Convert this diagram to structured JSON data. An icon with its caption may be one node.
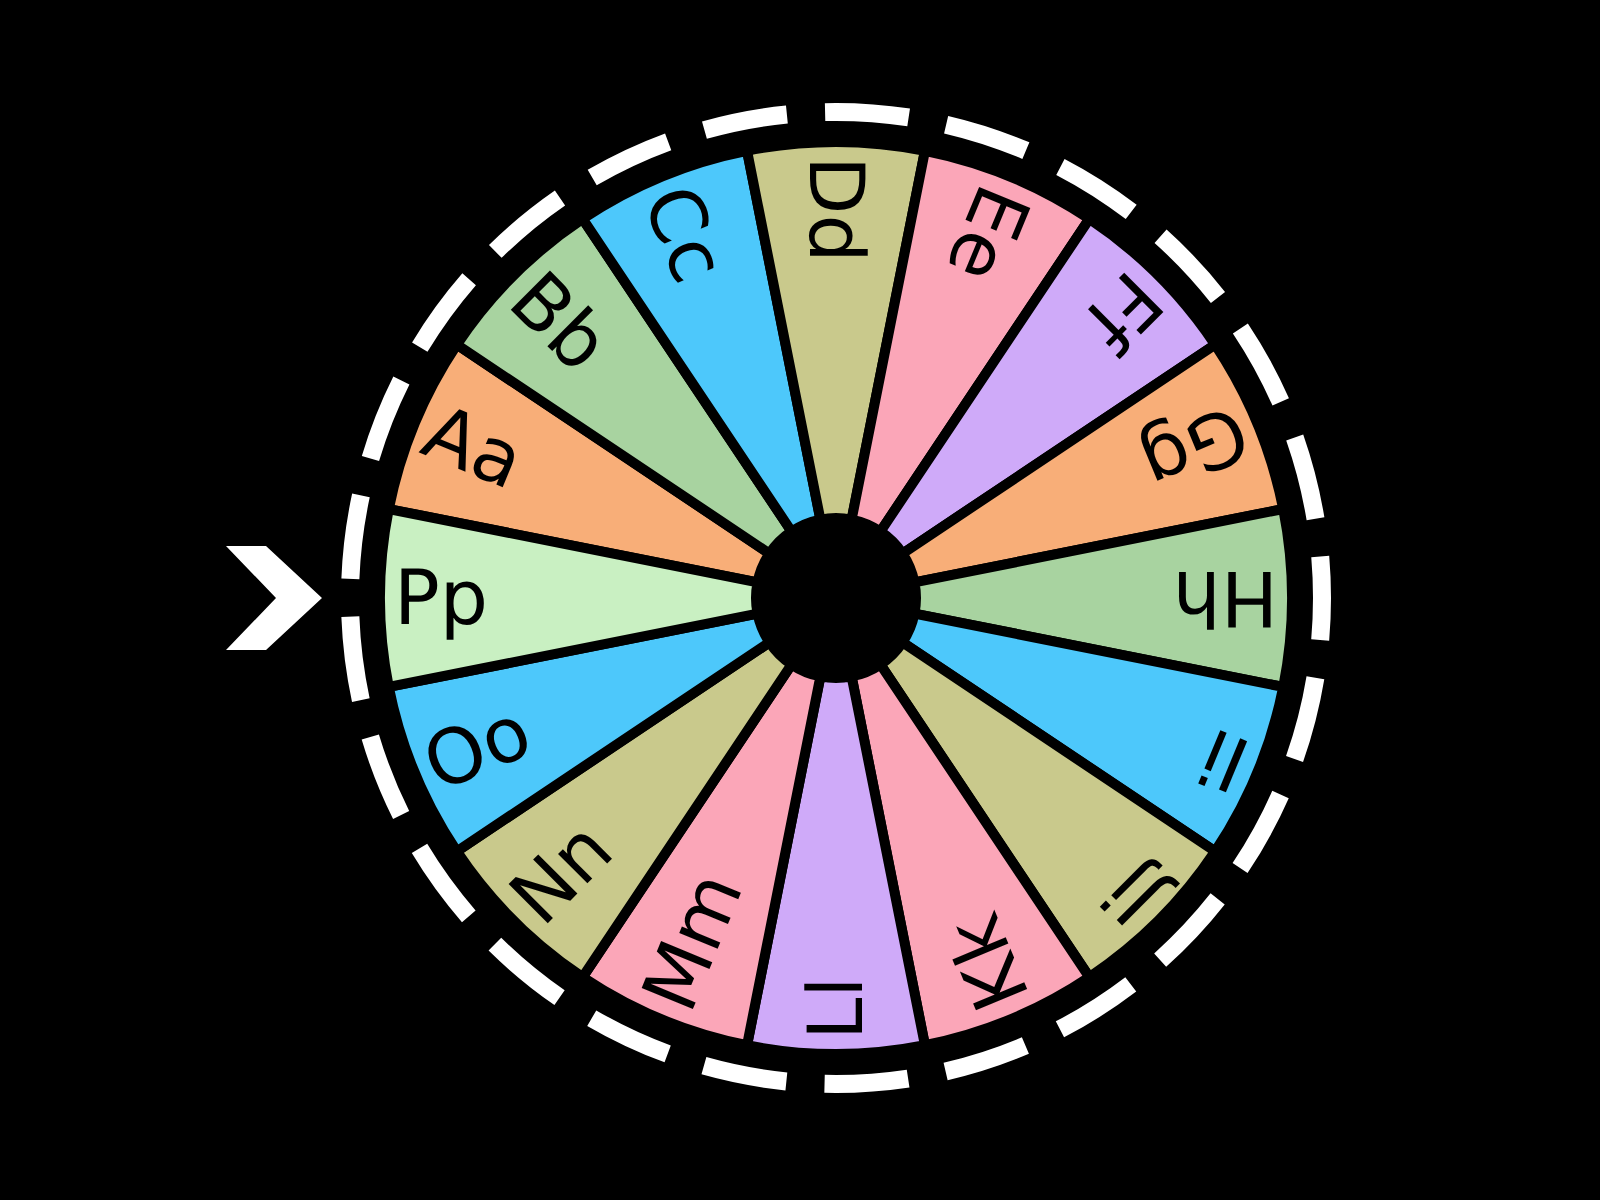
{
  "diagram": {
    "nodes": [
      {
        "text": [
          "Aa"
        ]
      },
      {
        "text": [
          "Bb"
        ]
      },
      {
        "text": [
          "Cc"
        ]
      },
      {
        "text": [
          "Dd"
        ]
      },
      {
        "text": [
          "Ee"
        ]
      },
      {
        "text": [
          "Ff"
        ]
      },
      {
        "text": [
          "Gg"
        ]
      },
      {
        "text": [
          "Hh"
        ]
      },
      {
        "text": [
          "Ii"
        ]
      },
      {
        "text": [
          "Jj"
        ]
      },
      {
        "text": [
          "Kk"
        ]
      },
      {
        "text": [
          "Ll"
        ]
      },
      {
        "text": [
          "Mm"
        ]
      },
      {
        "text": [
          "Nn"
        ]
      },
      {
        "text": [
          "Oo"
        ]
      },
      {
        "text": [
          "Pp"
        ]
      }
    ]
  }
}
